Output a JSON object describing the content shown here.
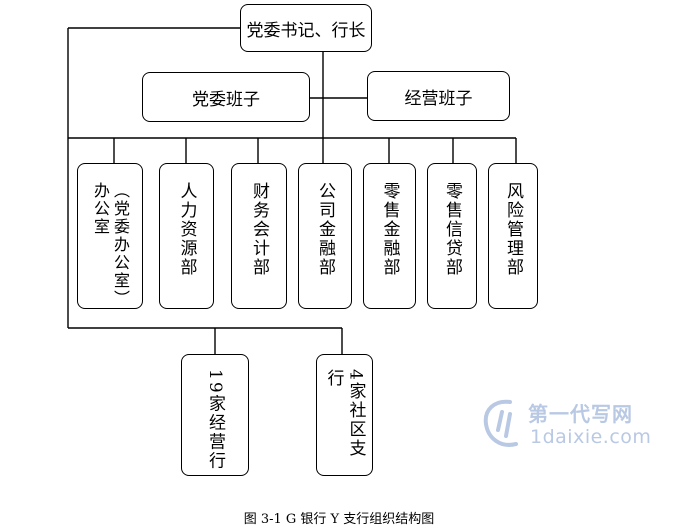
{
  "top": {
    "label": "党委书记、行长"
  },
  "teams": [
    {
      "key": "party",
      "label": "党委班子"
    },
    {
      "key": "business",
      "label": "经营班子"
    }
  ],
  "departments": [
    {
      "key": "party-office",
      "label": "（党委办公室）办公室"
    },
    {
      "key": "hr",
      "label": "人力资源部"
    },
    {
      "key": "finance",
      "label": "财务会计部"
    },
    {
      "key": "corporate-finance",
      "label": "公司金融部"
    },
    {
      "key": "retail-finance",
      "label": "零售金融部"
    },
    {
      "key": "retail-credit",
      "label": "零售信贷部"
    },
    {
      "key": "risk",
      "label": "风险管理部"
    }
  ],
  "branches": [
    {
      "key": "operating-branches",
      "label": "19家经营行"
    },
    {
      "key": "community-branches",
      "label": "4家社区支行"
    }
  ],
  "caption": "图 3-1 G 银行 Y 支行组织结构图",
  "watermark": {
    "title": "第一代写网",
    "url": "1daixie.com",
    "color": "#b9c9e4"
  }
}
